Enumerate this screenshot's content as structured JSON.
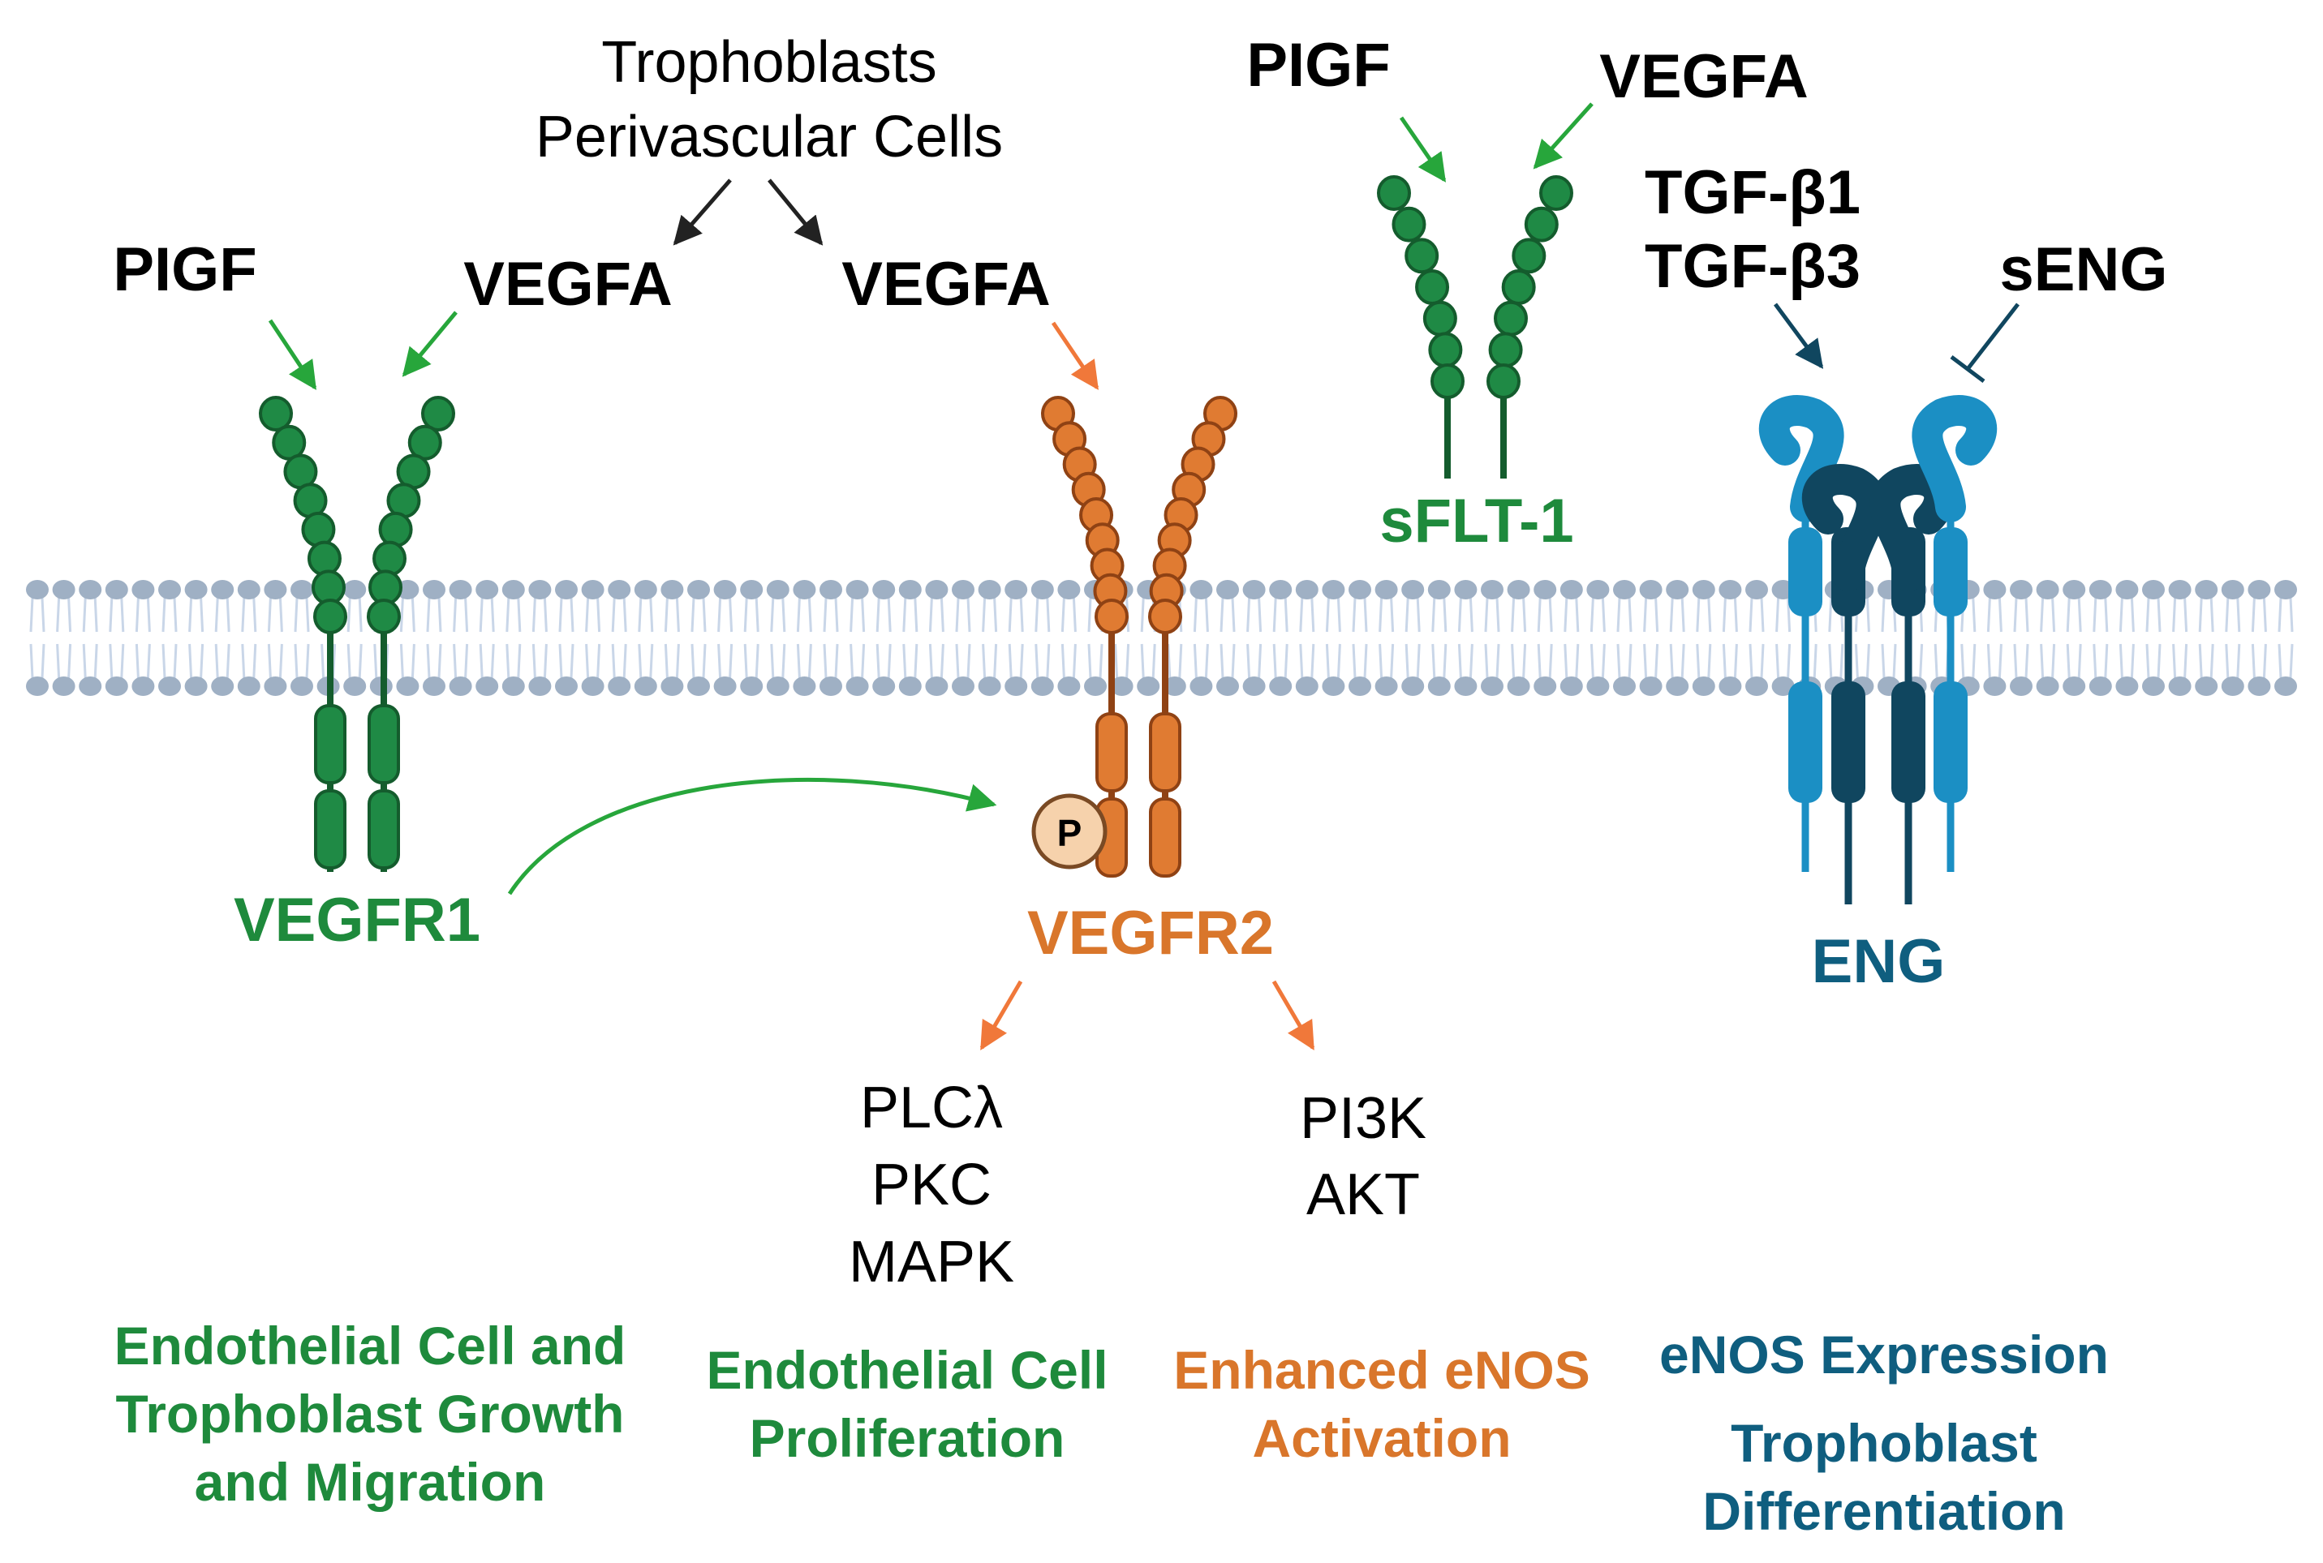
{
  "colors": {
    "green_receptor": "#1f8a45",
    "green_dark": "#145c2d",
    "green_arrow": "#27a63b",
    "orange_receptor": "#e07b32",
    "orange_dark": "#8f4214",
    "orange_arrow": "#f0783a",
    "blue_light": "#1b8fc4",
    "blue_dark": "#10465f",
    "membrane_head": "#9fb0c4",
    "membrane_tail": "#c9d6e8",
    "phospho_fill": "#f6d2ac",
    "phospho_stroke": "#7a4a24",
    "black_arrow": "#222222"
  },
  "source": {
    "line1": "Trophoblasts",
    "line2": "Perivascular Cells"
  },
  "ligands": {
    "plgf_left": "PIGF",
    "vegfa_left": "VEGFA",
    "vegfa_center": "VEGFA",
    "plgf_top": "PIGF",
    "vegfa_top": "VEGFA",
    "tgf_b1": "TGF-β1",
    "tgf_b3": "TGF-β3",
    "seng": "sENG"
  },
  "receptors": {
    "vegfr1": "VEGFR1",
    "vegfr2": "VEGFR2",
    "sflt1": "sFLT-1",
    "eng": "ENG",
    "phospho": "P"
  },
  "pathways": {
    "left": [
      "PLCλ",
      "PKC",
      "MAPK"
    ],
    "right": [
      "PI3K",
      "AKT"
    ]
  },
  "outcomes": {
    "vegfr1": [
      "Endothelial Cell and",
      "Trophoblast Growth",
      "and Migration"
    ],
    "proliferation": [
      "Endothelial Cell",
      "Proliferation"
    ],
    "enos_activation": [
      "Enhanced eNOS",
      "Activation"
    ],
    "enos_expression": "eNOS Expression",
    "trophoblast_diff": [
      "Trophoblast",
      "Differentiation"
    ]
  }
}
